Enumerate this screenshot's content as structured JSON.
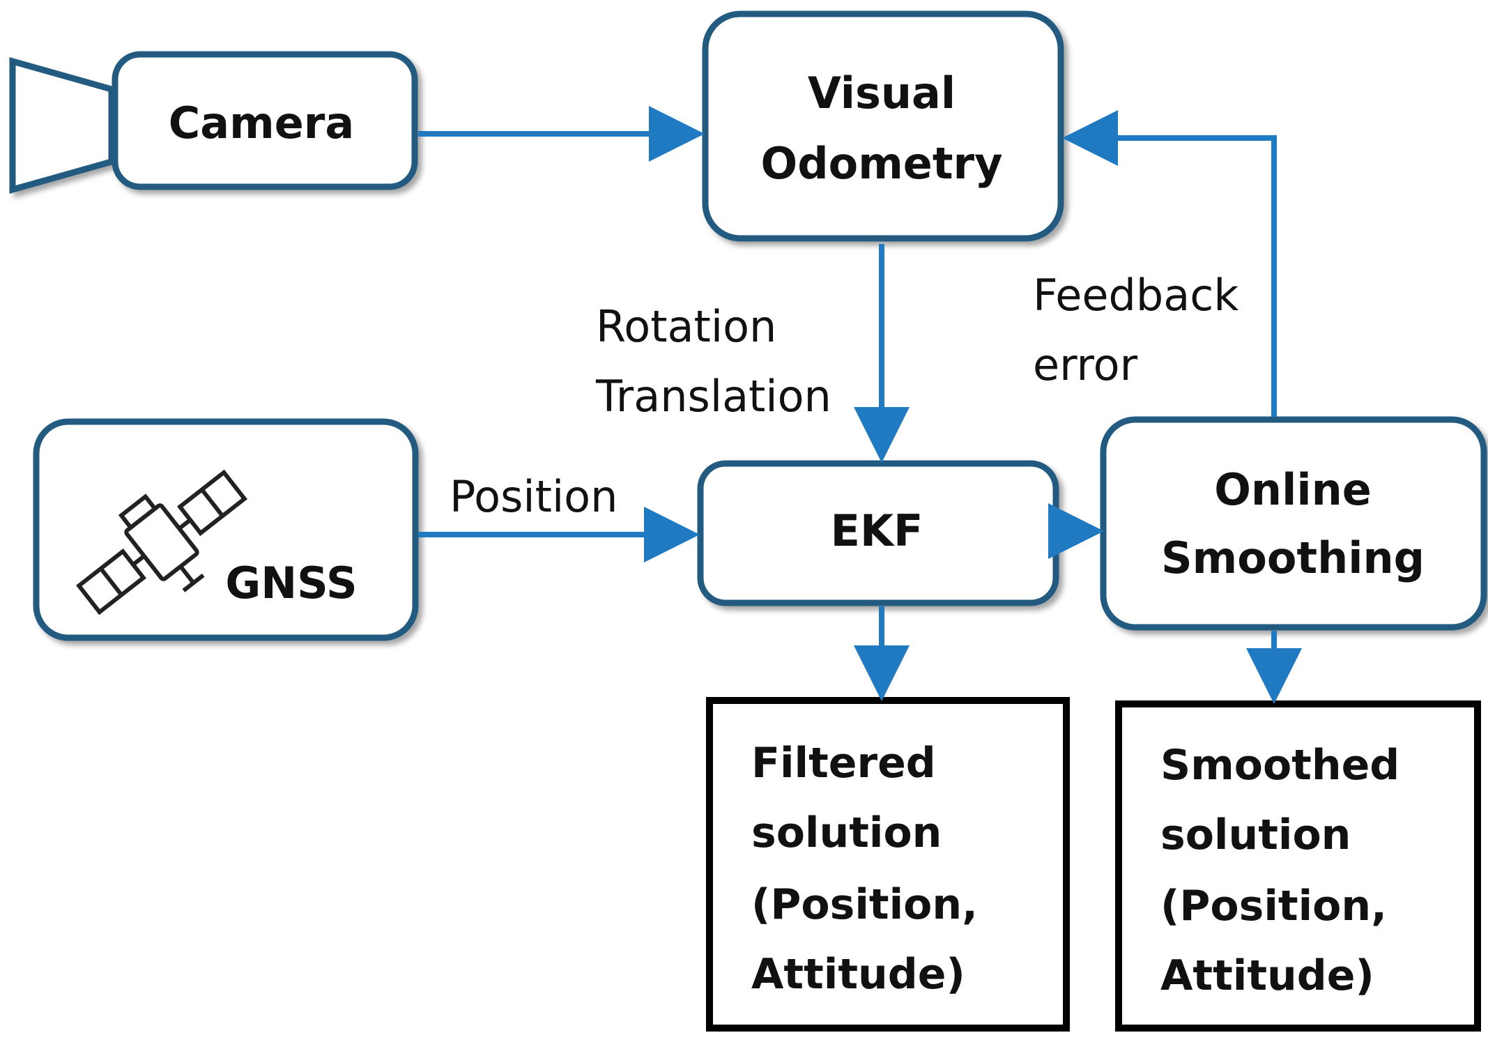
{
  "colors": {
    "node_stroke": "#245a80",
    "edge": "#1f7ac1",
    "output_stroke": "#000000",
    "text": "#111111"
  },
  "nodes": {
    "camera": {
      "label": "Camera",
      "icon": "video-camera-icon"
    },
    "visual_odometry": {
      "line1": "Visual",
      "line2": "Odometry"
    },
    "gnss": {
      "label": "GNSS",
      "icon": "satellite-icon"
    },
    "ekf": {
      "label": "EKF"
    },
    "online_smoothing": {
      "line1": "Online",
      "line2": "Smoothing"
    },
    "filtered_solution": {
      "line1": "Filtered",
      "line2": "solution",
      "line3": "(Position,",
      "line4": "Attitude)"
    },
    "smoothed_solution": {
      "line1": "Smoothed",
      "line2": "solution",
      "line3": "(Position,",
      "line4": "Attitude)"
    }
  },
  "edges": {
    "vo_to_ekf": {
      "line1": "Rotation",
      "line2": "Translation"
    },
    "gnss_to_ekf": {
      "label": "Position"
    },
    "feedback": {
      "line1": "Feedback",
      "line2": "error"
    }
  }
}
